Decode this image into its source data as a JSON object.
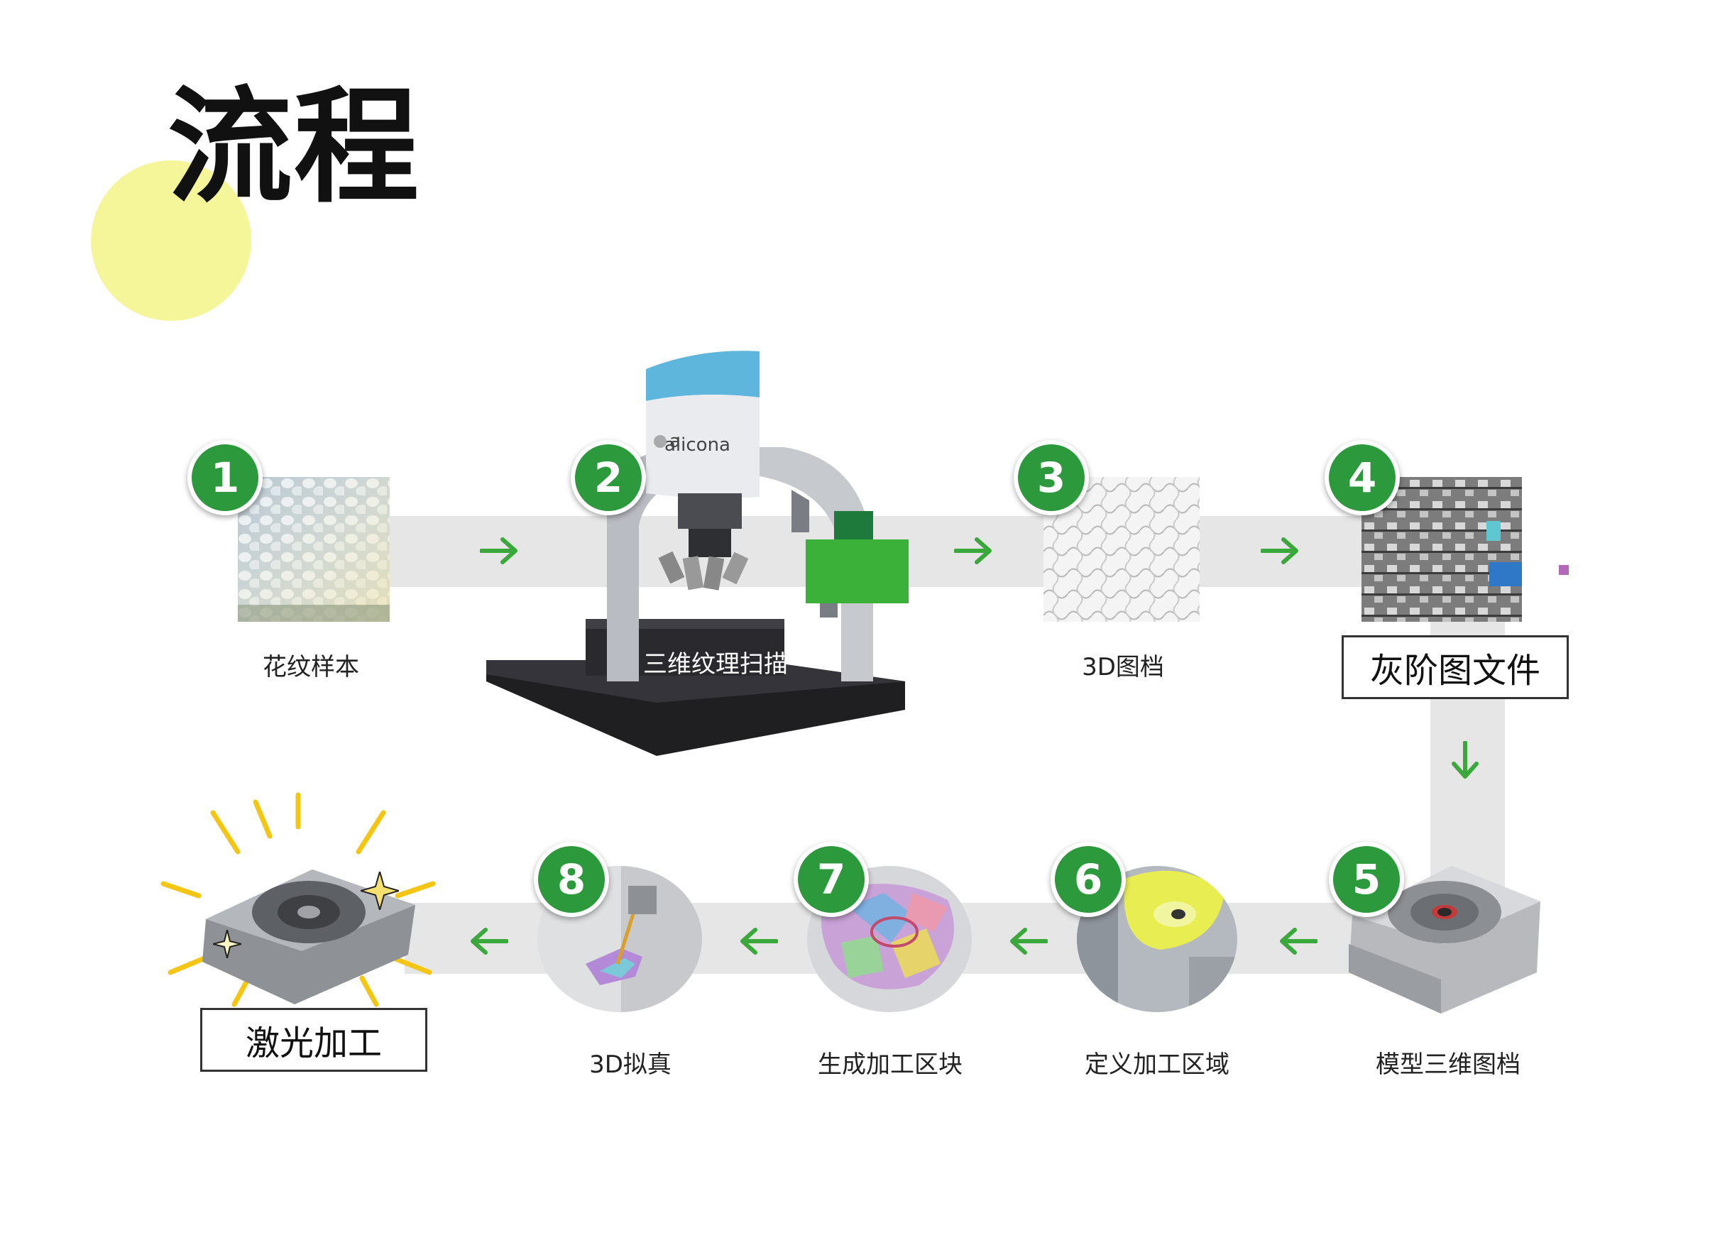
{
  "title": "流程",
  "brand": {
    "scanner_logo": "alicona"
  },
  "colors": {
    "accent_green": "#2c9a3c",
    "title_circle": "#f5f59a",
    "flow_band": "#e6e6e6"
  },
  "steps": [
    {
      "number": "1",
      "label": "花纹样本"
    },
    {
      "number": "2",
      "label": "三维纹理扫描"
    },
    {
      "number": "3",
      "label": "3D图档"
    },
    {
      "number": "4",
      "label": "灰阶图文件"
    },
    {
      "number": "5",
      "label": "模型三维图档"
    },
    {
      "number": "6",
      "label": "定义加工区域"
    },
    {
      "number": "7",
      "label": "生成加工区块"
    },
    {
      "number": "8",
      "label": "3D拟真"
    }
  ],
  "final_step": {
    "label": "激光加工"
  },
  "icons": {
    "flow_arrow": "arrow-icon",
    "sparkle": "sparkle-icon"
  }
}
